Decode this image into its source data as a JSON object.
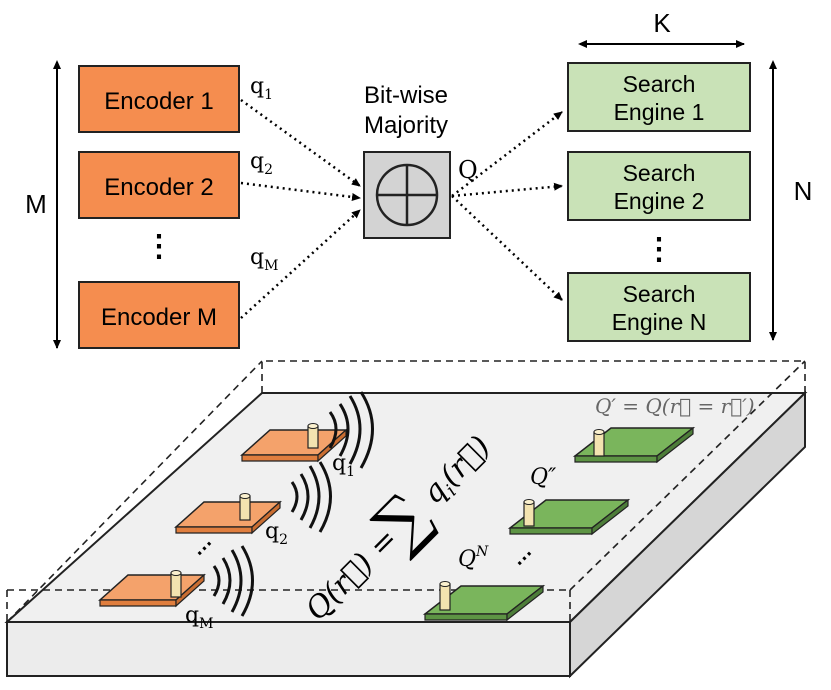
{
  "top": {
    "encoders": [
      "Encoder 1",
      "Encoder 2",
      "Encoder M"
    ],
    "encoder_ellipsis": "⋮",
    "labels": {
      "q1": "q",
      "q1_sub": "1",
      "q2": "q",
      "q2_sub": "2",
      "qM": "q",
      "qM_sub": "M",
      "Q": "Q"
    },
    "majority": {
      "line1": "Bit-wise",
      "line2": "Majority",
      "symbol": "⊕"
    },
    "engines": [
      {
        "line1": "Search",
        "line2": "Engine 1"
      },
      {
        "line1": "Search",
        "line2": "Engine 2"
      },
      {
        "line1": "Search",
        "line2": "Engine N"
      }
    ],
    "engine_ellipsis": "⋮",
    "dims": {
      "M": "M",
      "N": "N",
      "K": "K"
    }
  },
  "bottom": {
    "formula": {
      "lhs": "Q(r⃗) = ",
      "sum": "∑",
      "rhs": "q",
      "rhs_sub": "i",
      "rhs_arg": "(r⃗)"
    },
    "encoder_labels": [
      {
        "q": "q",
        "sub": "1"
      },
      {
        "q": "q",
        "sub": "2"
      },
      {
        "q": "q",
        "sub": "M"
      }
    ],
    "engine_labels": {
      "top": "Q′ = Q(r⃗ = r⃗′)",
      "mid": "Q″",
      "bottom": "Q",
      "bottom_sup": "N"
    },
    "ellipsis_enc": "⋯",
    "ellipsis_eng": "⋯"
  },
  "colors": {
    "encoder_fill": "#f58d4f",
    "engine_fill": "#c9e2b7",
    "majority_fill": "#d3d3d3",
    "plate_fill": "#f0f0f0",
    "green_chip": "#7ab55c",
    "orange_chip": "#f4a26b"
  }
}
